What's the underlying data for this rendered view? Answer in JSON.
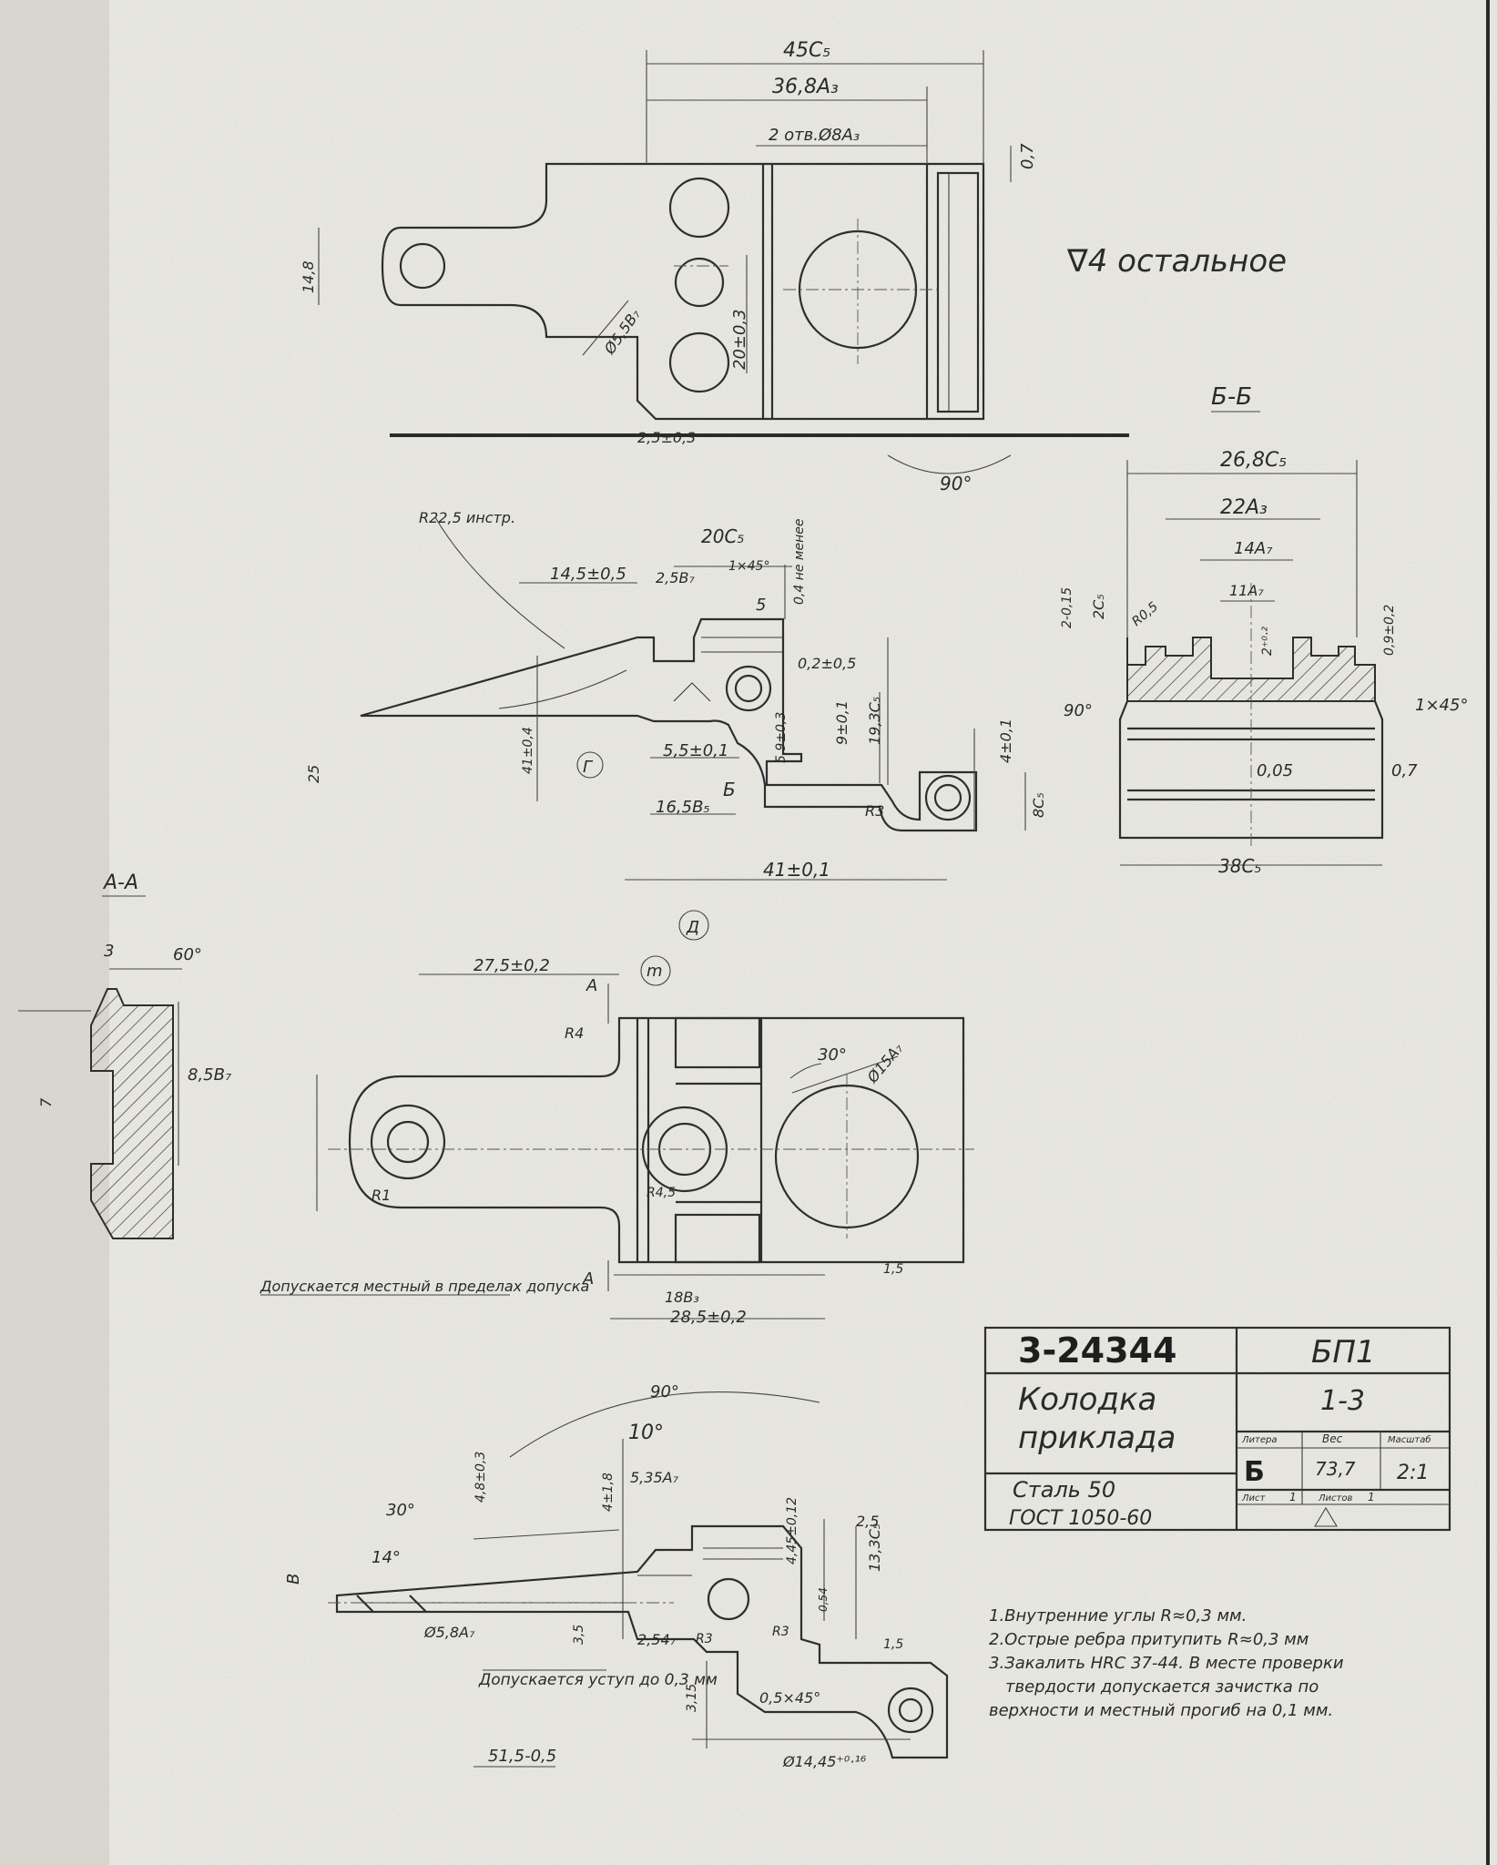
{
  "surface_finish": "∇4 остальное",
  "top_view": {
    "dims": [
      "45C₅",
      "36,8A₃",
      "2 отв.Ø8A₃",
      "0,7",
      "Ø5,5B₇",
      "20±0,3",
      "14,8",
      "2,5±0,3"
    ]
  },
  "section_bb": {
    "title": "Б-Б",
    "dims": [
      "26,8C₅",
      "22A₃",
      "14A₇",
      "11A₇",
      "2C₅",
      "2-0,15",
      "2⁺⁰·²",
      "R0,5",
      "0,9±0,2",
      "1×45°",
      "0,05",
      "0,7",
      "38C₅",
      "90°"
    ]
  },
  "side_view": {
    "dims": [
      "R22,5 инстр.",
      "14,5±0,5",
      "2,5B₇",
      "20C₅",
      "1×45°",
      "5",
      "0,4 не менее",
      "0,2±0,5",
      "9±0,1",
      "19,3C₅",
      "5,9±0,3",
      "5,5±0,1",
      "4±0,1",
      "41±0,4",
      "16,5B₅",
      "R3",
      "8C₅",
      "41±0,1",
      "25",
      "Б",
      "Г",
      "Д",
      "90°"
    ]
  },
  "section_aa": {
    "title": "А-А",
    "dims": [
      "3",
      "60°",
      "8,5B₇",
      "7"
    ]
  },
  "plan_view": {
    "dims": [
      "27,5±0,2",
      "R4",
      "30°",
      "Ø15A₇",
      "R1",
      "R4,5",
      "18B₃",
      "28,5±0,2",
      "1,5",
      "А",
      "А",
      "m"
    ]
  },
  "plan_note": "Допускается местный в пределах допуска",
  "detail_view": {
    "dims": [
      "90°",
      "10°",
      "30°",
      "14°",
      "5,35A₇",
      "4,8±0,3",
      "4±1,8",
      "4,45±0,12",
      "2,5",
      "13,3C₅",
      "Ø5,8A₇",
      "0,54",
      "3,5",
      "2,54₇",
      "R3",
      "R3",
      "0,5×45°",
      "3,15",
      "51,5-0,5",
      "Ø14,45⁺⁰·¹⁶",
      "1,5",
      "В"
    ]
  },
  "detail_note": "Допускается уступ до 0,3 мм",
  "title_block": {
    "drawing_number": "3-24344",
    "code": "БП1",
    "sheet_code": "1-3",
    "name_line1": "Колодка",
    "name_line2": "приклада",
    "litera_label": "Литера",
    "litera_value": "Б",
    "mass_label": "Вес",
    "mass_value": "73,7",
    "scale_label": "Масштаб",
    "scale_value": "2:1",
    "sheet_label": "Лист",
    "sheet_value": "1",
    "sheets_label": "Листов",
    "sheets_value": "1",
    "material_line1": "Сталь 50",
    "material_line2": "ГОСТ 1050-60"
  },
  "notes": [
    "1.Внутренние углы R≈0,3 мм.",
    "2.Острые ребра притупить R≈0,3 мм",
    "3.Закалить HRC 37-44. В месте проверки",
    "твердости допускается зачистка по",
    "верхности и местный прогиб на 0,1 мм."
  ]
}
